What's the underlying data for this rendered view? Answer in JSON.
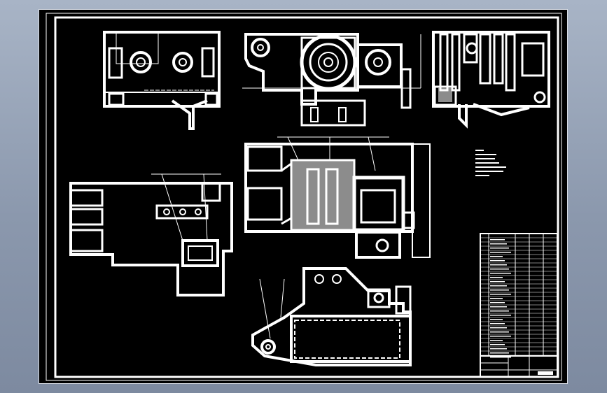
{
  "viewport": {
    "background": "#000000",
    "line_color": "#ffffff"
  },
  "views": [
    {
      "name": "top-left-view",
      "label": ""
    },
    {
      "name": "top-center-view",
      "label": ""
    },
    {
      "name": "top-right-view",
      "label": ""
    },
    {
      "name": "main-section-view",
      "label": ""
    },
    {
      "name": "left-housing-view",
      "label": ""
    },
    {
      "name": "bottom-view",
      "label": ""
    }
  ],
  "notes": {
    "visible": true
  },
  "title_block": {
    "visible": true
  }
}
